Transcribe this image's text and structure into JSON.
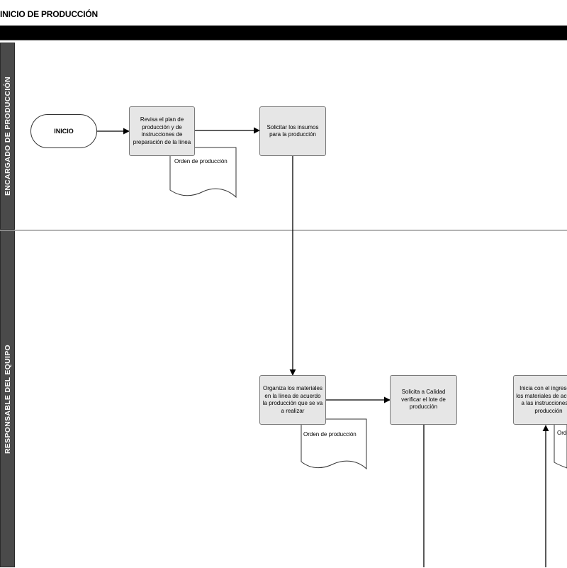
{
  "title": "INICIO DE PRODUCCIÓN",
  "lanes": [
    {
      "label": "ENCARGADO DE PRODUCCIÓN"
    },
    {
      "label": "RESPONSABLE DEL EQUIPO"
    }
  ],
  "nodes": {
    "inicio": "INICIO",
    "revisa_plan": "Revisa el plan de producción y de instrucciones de preparación de la línea",
    "solicitar_insumos": "Solicitar los insumos para la producción",
    "organiza_materiales": "Organiza los materiales en la línea de acuerdo la producción que se va a realizar",
    "solicita_calidad": "Solicita a Calidad verificar el lote de producción",
    "inicia_ingreso": "Inicia con el ingreso de los materiales de acuerdo a las instrucciones de producción"
  },
  "documents": {
    "orden_1": "Orden de producción",
    "orden_2": "Orden de producción",
    "orden_3": "Orden de producción"
  }
}
